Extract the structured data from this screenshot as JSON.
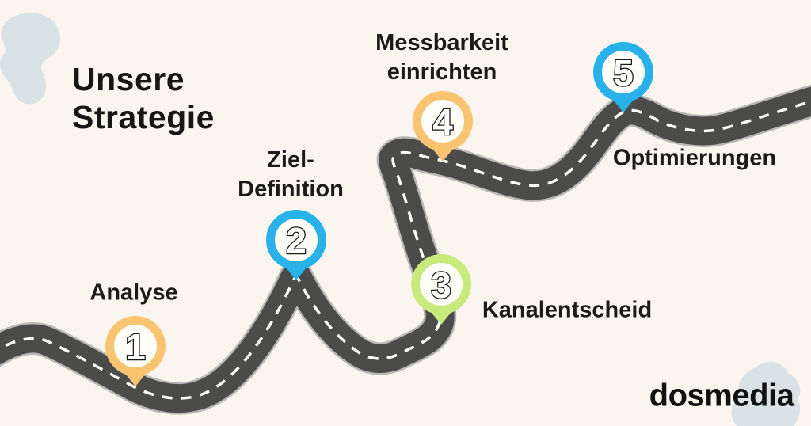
{
  "title": {
    "lines": [
      "Unsere",
      "Strategie"
    ]
  },
  "brand": {
    "logo_text": "dosmedia"
  },
  "steps": [
    {
      "number": "1",
      "label_lines": [
        "Analyse"
      ],
      "pin_color": "#f8c471"
    },
    {
      "number": "2",
      "label_lines": [
        "Ziel-",
        "Definition"
      ],
      "pin_color": "#29b2e9"
    },
    {
      "number": "3",
      "label_lines": [
        "Kanalentscheid"
      ],
      "pin_color": "#c8ea7d"
    },
    {
      "number": "4",
      "label_lines": [
        "Messbarkeit",
        "einrichten"
      ],
      "pin_color": "#f8c471"
    },
    {
      "number": "5",
      "label_lines": [
        "Optimierungen"
      ],
      "pin_color": "#29b2e9"
    }
  ],
  "colors": {
    "background": "#faf6ef",
    "road_surface": "#4b4b4a",
    "road_edge": "#b8b8b8",
    "road_dash": "#ffffff",
    "pin_inner": "#fffdf8",
    "number_fill": "#ffffff",
    "number_outline": "#1a1a1a",
    "blob": "#d9e3e5",
    "text": "#1b1b1b"
  }
}
